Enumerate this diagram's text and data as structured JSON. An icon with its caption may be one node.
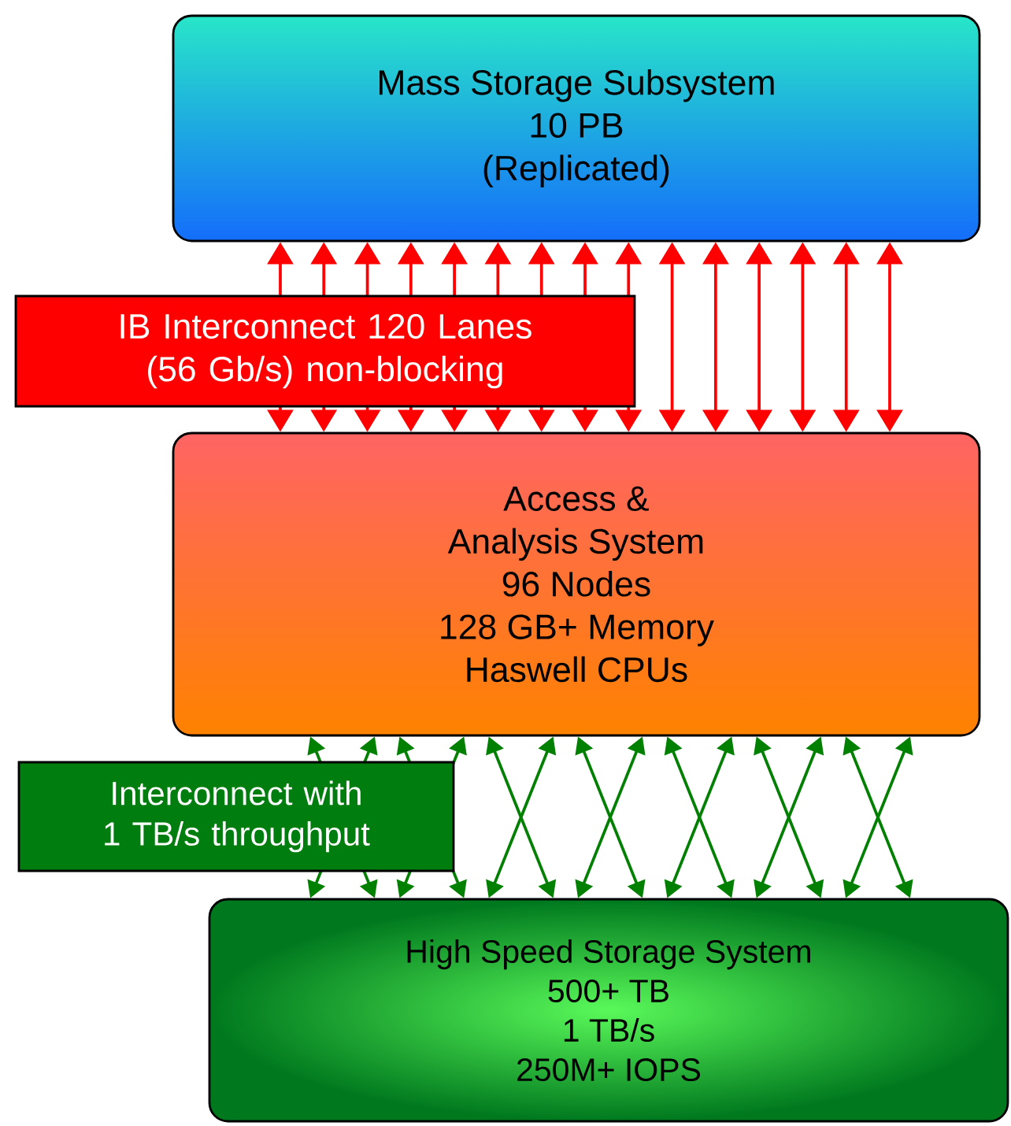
{
  "diagram": {
    "nodes": [
      {
        "text": [
          "Mass Storage Subsystem",
          "10 PB",
          "(Replicated)"
        ]
      },
      {
        "text": [
          "Access &",
          "Analysis System",
          "96 Nodes",
          "128 GB+ Memory",
          "Haswell CPUs"
        ]
      },
      {
        "text": [
          "High Speed Storage System",
          "500+ TB",
          "1 TB/s",
          "250M+ IOPS"
        ]
      }
    ],
    "edges": [
      {
        "from": 0,
        "to": 1,
        "arrow": "both"
      },
      {
        "from": 0,
        "to": 1,
        "arrow": "both"
      },
      {
        "from": 0,
        "to": 1,
        "arrow": "both"
      },
      {
        "from": 0,
        "to": 1,
        "arrow": "both"
      },
      {
        "from": 0,
        "to": 1,
        "arrow": "both"
      },
      {
        "from": 0,
        "to": 1,
        "arrow": "both"
      },
      {
        "from": 0,
        "to": 1,
        "arrow": "both"
      },
      {
        "from": 0,
        "to": 1,
        "arrow": "both"
      },
      {
        "from": 0,
        "to": 1,
        "arrow": "both"
      },
      {
        "from": 0,
        "to": 1,
        "arrow": "both"
      },
      {
        "from": 0,
        "to": 1,
        "arrow": "both"
      },
      {
        "from": 0,
        "to": 1,
        "arrow": "both"
      },
      {
        "from": 0,
        "to": 1,
        "arrow": "both"
      },
      {
        "from": 0,
        "to": 1,
        "arrow": "both"
      },
      {
        "from": 0,
        "to": 1,
        "arrow": "both"
      },
      {
        "from": 1,
        "to": 2,
        "arrow": "both",
        "color": "#008000"
      },
      {
        "from": 1,
        "to": 2,
        "arrow": "both",
        "color": "#008000"
      },
      {
        "from": 1,
        "to": 2,
        "arrow": "both",
        "color": "#008000"
      },
      {
        "from": 1,
        "to": 2,
        "arrow": "both",
        "color": "#008000"
      },
      {
        "from": 1,
        "to": 2,
        "arrow": "both",
        "color": "#008000"
      },
      {
        "from": 1,
        "to": 2,
        "arrow": "both",
        "color": "#008000"
      },
      {
        "from": 1,
        "to": 2,
        "arrow": "both",
        "color": "#008000"
      },
      {
        "from": 1,
        "to": 2,
        "arrow": "both",
        "color": "#008000"
      },
      {
        "from": 1,
        "to": 2,
        "arrow": "both",
        "color": "#008000"
      },
      {
        "from": 1,
        "to": 2,
        "arrow": "both",
        "color": "#008000"
      },
      {
        "from": 1,
        "to": 2,
        "arrow": "both",
        "color": "#008000"
      },
      {
        "from": 1,
        "to": 2,
        "arrow": "both",
        "color": "#008000"
      },
      {
        "from": 1,
        "to": 2,
        "arrow": "both",
        "color": "#008000"
      },
      {
        "from": 1,
        "to": 2,
        "arrow": "both",
        "color": "#008000"
      }
    ],
    "labels": [
      "IB Interconnect 120 Lanes (56 Gb/s) non-blocking",
      "Interconnect with 1 TB/s throughput"
    ]
  }
}
